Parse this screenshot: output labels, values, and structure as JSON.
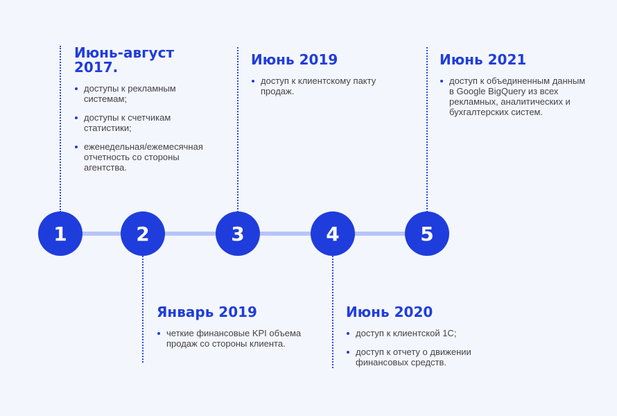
{
  "colors": {
    "accent": "#1f3ddc",
    "line": "#b8c4f7",
    "background": "#f4f6fe"
  },
  "steps": [
    {
      "number": "1",
      "title": "Июнь-август 2017.",
      "items": [
        "доступы к рекламным системам;",
        "доступы к счетчикам статистики;",
        "еженедельная/ежемесячная отчетность со стороны агентства."
      ]
    },
    {
      "number": "2",
      "title": "Январь 2019",
      "items": [
        "четкие финансовые KPI объема продаж со стороны клиента."
      ]
    },
    {
      "number": "3",
      "title": "Июнь 2019",
      "items": [
        "доступ к клиентскому пакту продаж."
      ]
    },
    {
      "number": "4",
      "title": "Июнь 2020",
      "items": [
        "доступ к клиентской 1С;",
        "доступ к отчету о движении финансовых средств."
      ]
    },
    {
      "number": "5",
      "title": "Июнь 2021",
      "items": [
        "доступ к объединенным данным в Google BigQuery из всех рекламных, аналитических и бухгалтерских систем."
      ]
    }
  ]
}
